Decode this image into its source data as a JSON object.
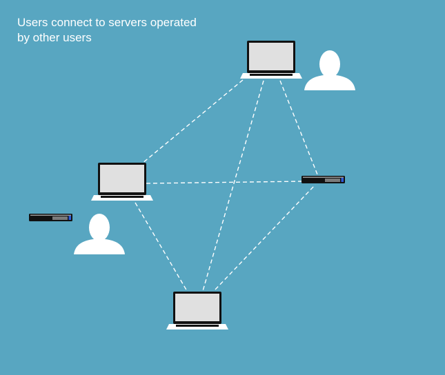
{
  "caption": {
    "line1": "Users connect to servers operated",
    "line2": "by other users"
  },
  "colors": {
    "background": "#58a6c1",
    "link": "#ffffff",
    "laptop_screen": "#e0e0e0",
    "laptop_body": "#111111",
    "server_led": "#2f5bd6"
  },
  "nodes": [
    {
      "id": "laptop-top",
      "kind": "laptop"
    },
    {
      "id": "laptop-left",
      "kind": "laptop"
    },
    {
      "id": "laptop-bottom",
      "kind": "laptop"
    },
    {
      "id": "server-right",
      "kind": "server"
    },
    {
      "id": "server-left",
      "kind": "server"
    },
    {
      "id": "user-top",
      "kind": "user"
    },
    {
      "id": "user-left",
      "kind": "user"
    }
  ],
  "links": [
    {
      "from": "laptop-top",
      "to": "laptop-left"
    },
    {
      "from": "laptop-top",
      "to": "laptop-bottom"
    },
    {
      "from": "laptop-top",
      "to": "server-right"
    },
    {
      "from": "laptop-left",
      "to": "server-right"
    },
    {
      "from": "laptop-left",
      "to": "laptop-bottom"
    },
    {
      "from": "laptop-bottom",
      "to": "server-right"
    }
  ]
}
